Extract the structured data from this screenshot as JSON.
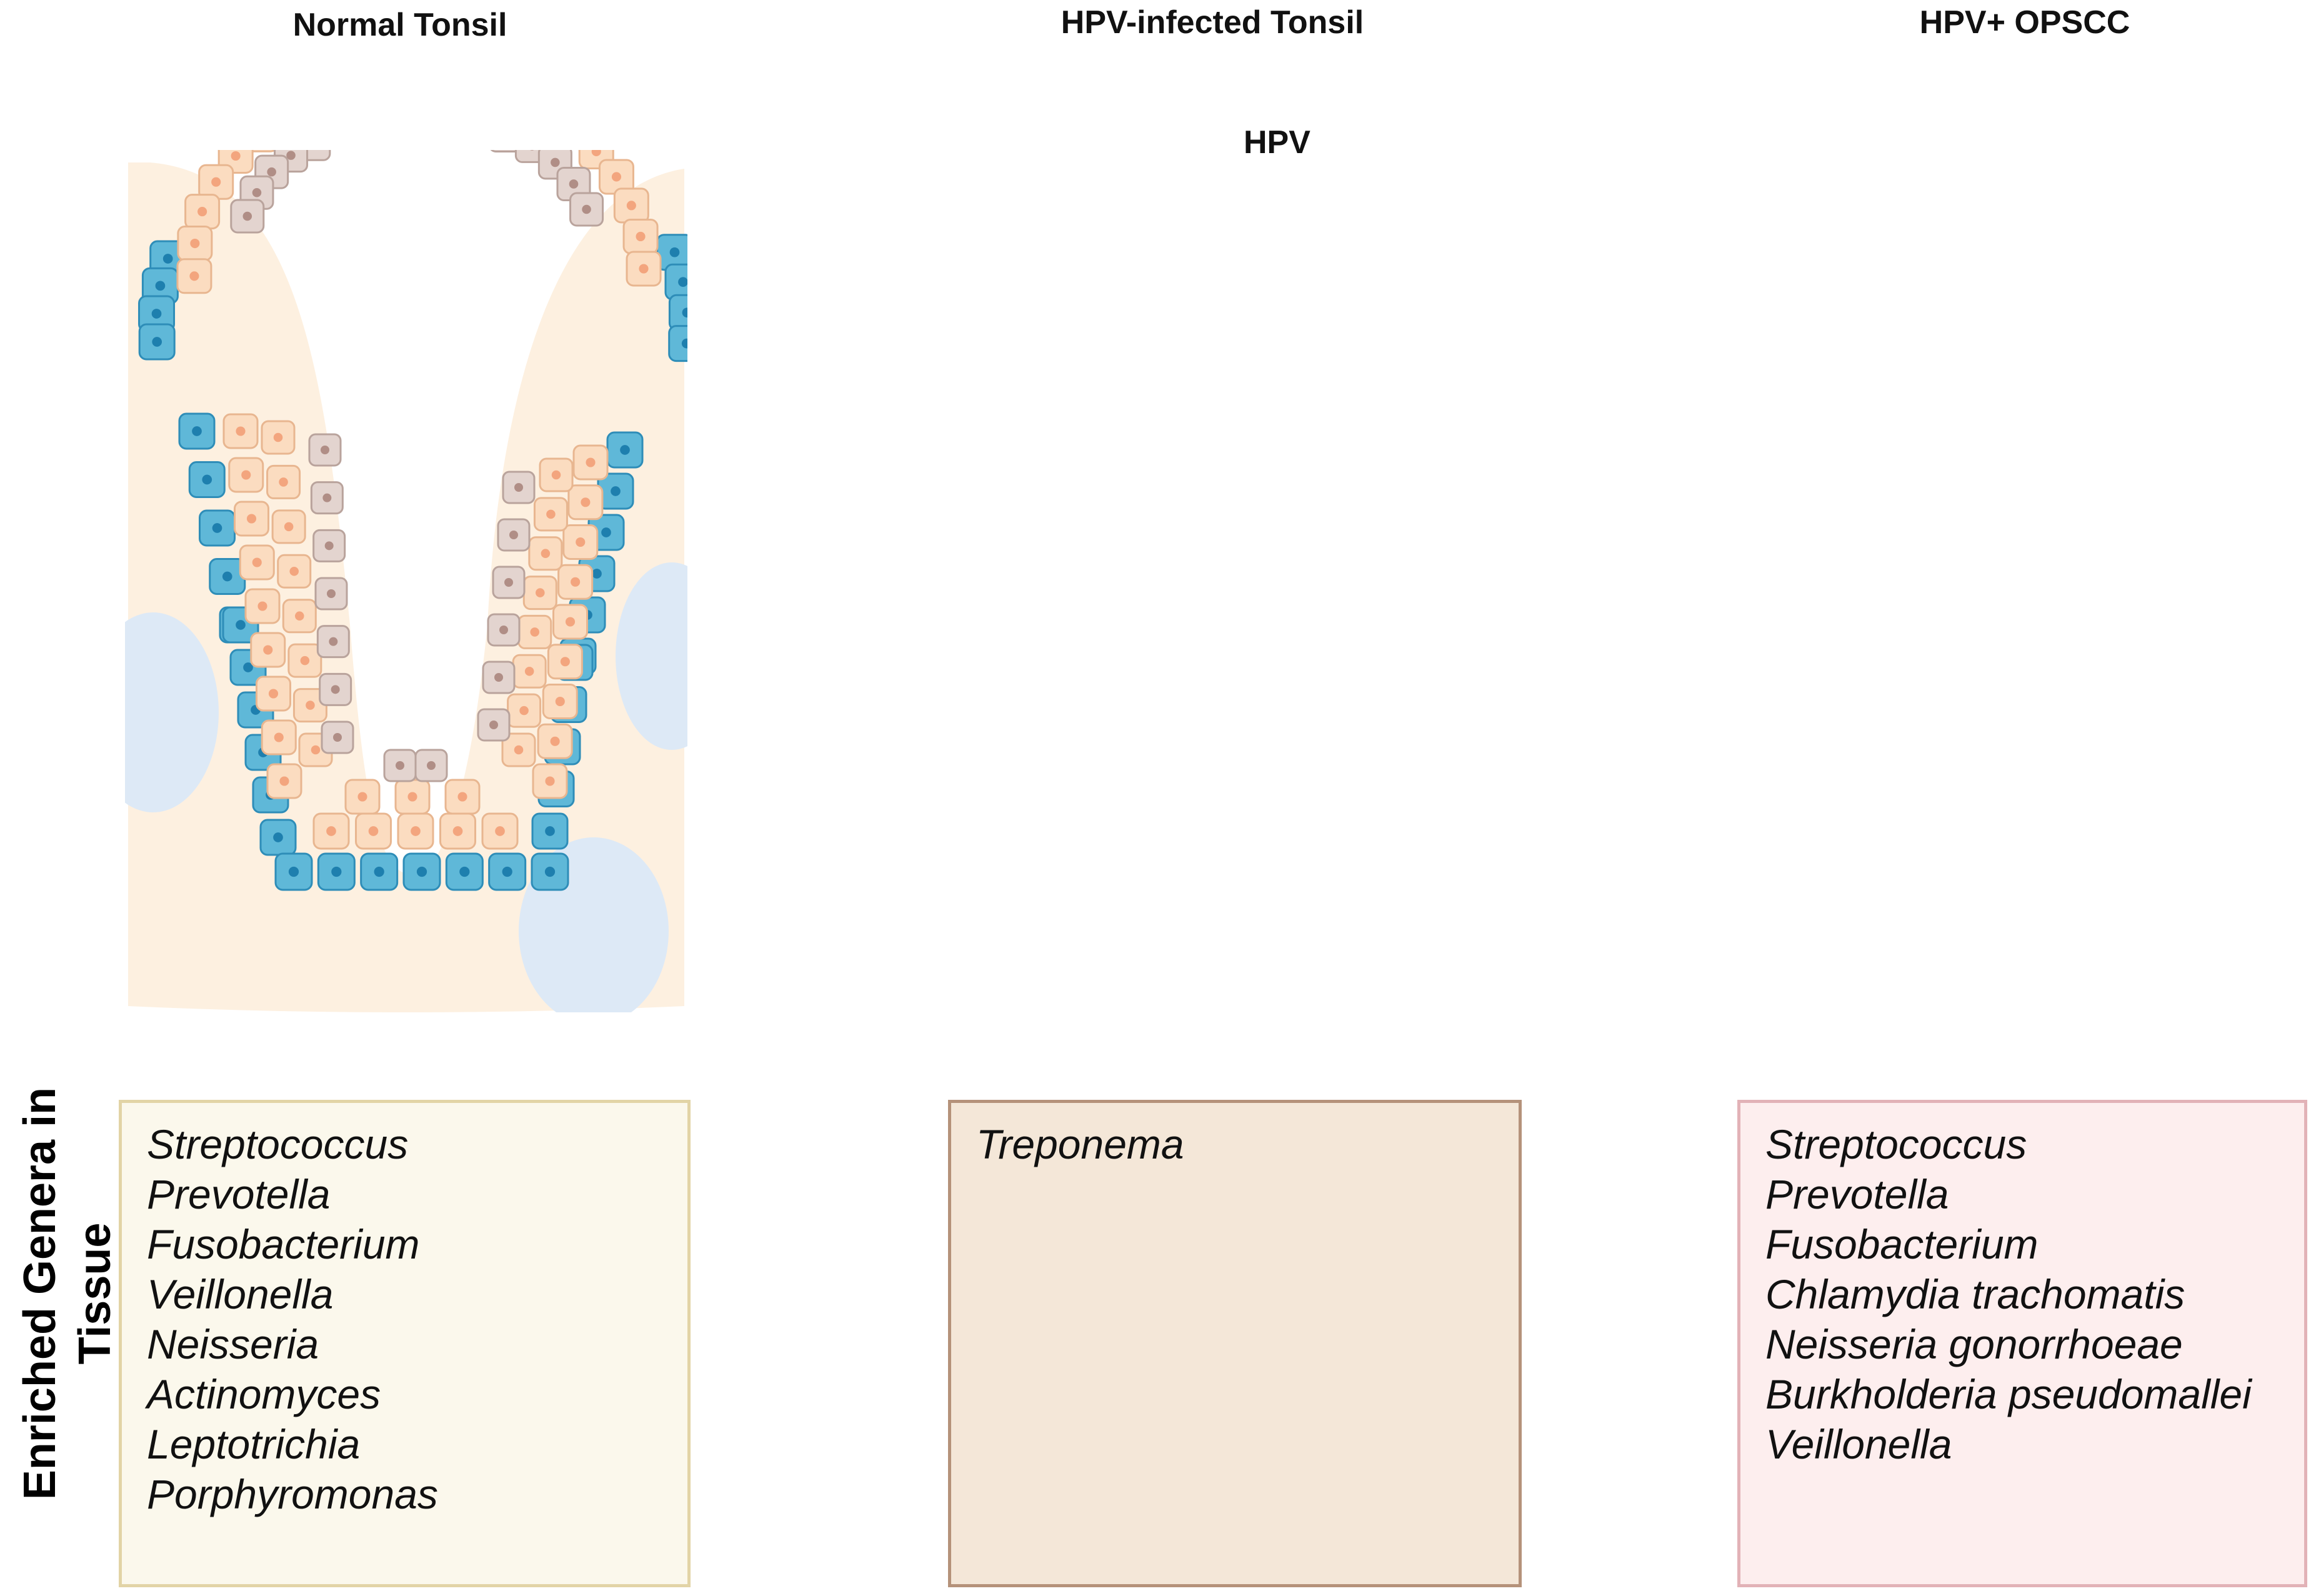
{
  "panels": [
    {
      "title": "Normal Tonsil",
      "box_color": "#fbf8ec",
      "box_border": "#e2d4a6",
      "genera": [
        "Streptococcus",
        "Prevotella",
        "Fusobacterium",
        "Veillonella",
        "Neisseria",
        "Actinomyces",
        "Leptotrichia",
        "Porphyromonas"
      ]
    },
    {
      "title": "HPV-infected Tonsil",
      "box_color": "#f4e7d8",
      "box_border": "#b5927a",
      "genera": [
        "Treponema"
      ]
    },
    {
      "title": "HPV+ OPSCC",
      "box_color": "#fdeeee",
      "box_border": "#e2b2b7",
      "genera": [
        "Streptococcus",
        "Prevotella",
        "Fusobacterium",
        "Chlamydia trachomatis",
        "Neisseria gonorrhoeae",
        "Burkholderia pseudomallei",
        "Veillonella"
      ]
    }
  ],
  "virus_label": "HPV",
  "row_label": "Enriched Genera in Tissue",
  "colors": {
    "tissue": "#fdf0e0",
    "basal_cell": "#5fb8d8",
    "prickle_cell": "#fbdcc0",
    "surface_cell": "#e3d4cf",
    "germinal_center": "#dde9f6",
    "tumor": "#e0472b",
    "virus": "#e58da0"
  }
}
